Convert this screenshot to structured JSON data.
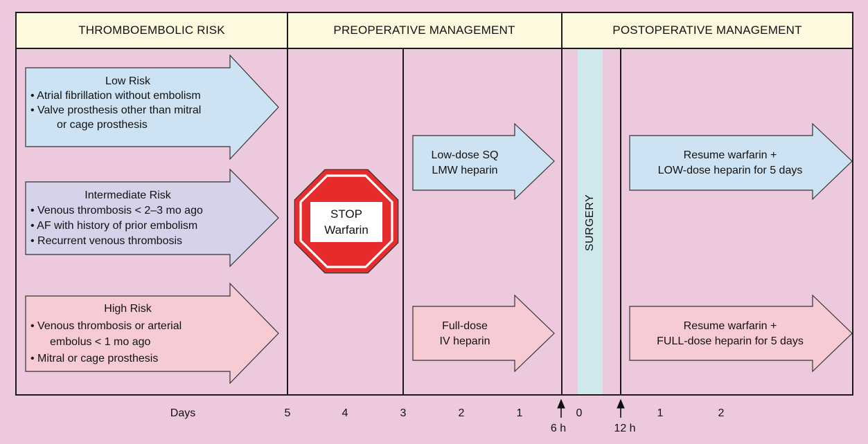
{
  "header": {
    "col1": "THROMBOEMBOLIC RISK",
    "col2": "PREOPERATIVE MANAGEMENT",
    "col3": "POSTOPERATIVE MANAGEMENT"
  },
  "risk": {
    "low": {
      "title": "Low Risk",
      "line1": "• Atrial fibrillation without embolism",
      "line2": "• Valve prosthesis other than mitral",
      "line3": "or cage prosthesis"
    },
    "intermediate": {
      "title": "Intermediate Risk",
      "line1": "• Venous thrombosis < 2–3 mo ago",
      "line2": "• AF with history of prior embolism",
      "line3": "• Recurrent venous thrombosis"
    },
    "high": {
      "title": "High Risk",
      "line1": "• Venous thrombosis or arterial",
      "line2": "embolus < 1 mo ago",
      "line3": "• Mitral or cage prosthesis"
    }
  },
  "stop_sign": {
    "line1": "STOP",
    "line2": "Warfarin"
  },
  "preop": {
    "low_line1": "Low-dose SQ",
    "low_line2": "LMW heparin",
    "high_line1": "Full-dose",
    "high_line2": "IV heparin"
  },
  "surgery_label": "SURGERY",
  "postop": {
    "low_line1": "Resume warfarin +",
    "low_line2": "LOW-dose heparin for 5 days",
    "high_line1": "Resume warfarin +",
    "high_line2": "FULL-dose heparin for 5 days"
  },
  "timeline": {
    "label": "Days",
    "ticks": [
      "5",
      "4",
      "3",
      "2",
      "1",
      "0",
      "1",
      "2"
    ],
    "marker_6h": "6 h",
    "marker_12h": "12 h"
  },
  "colors": {
    "background": "#ecc9dc",
    "header": "#fdf9de",
    "low": "#cde3f3",
    "intermediate": "#d5d2ea",
    "high": "#f7cbd3",
    "surgery": "#cfe8ec",
    "stop_red": "#e52b2b"
  }
}
